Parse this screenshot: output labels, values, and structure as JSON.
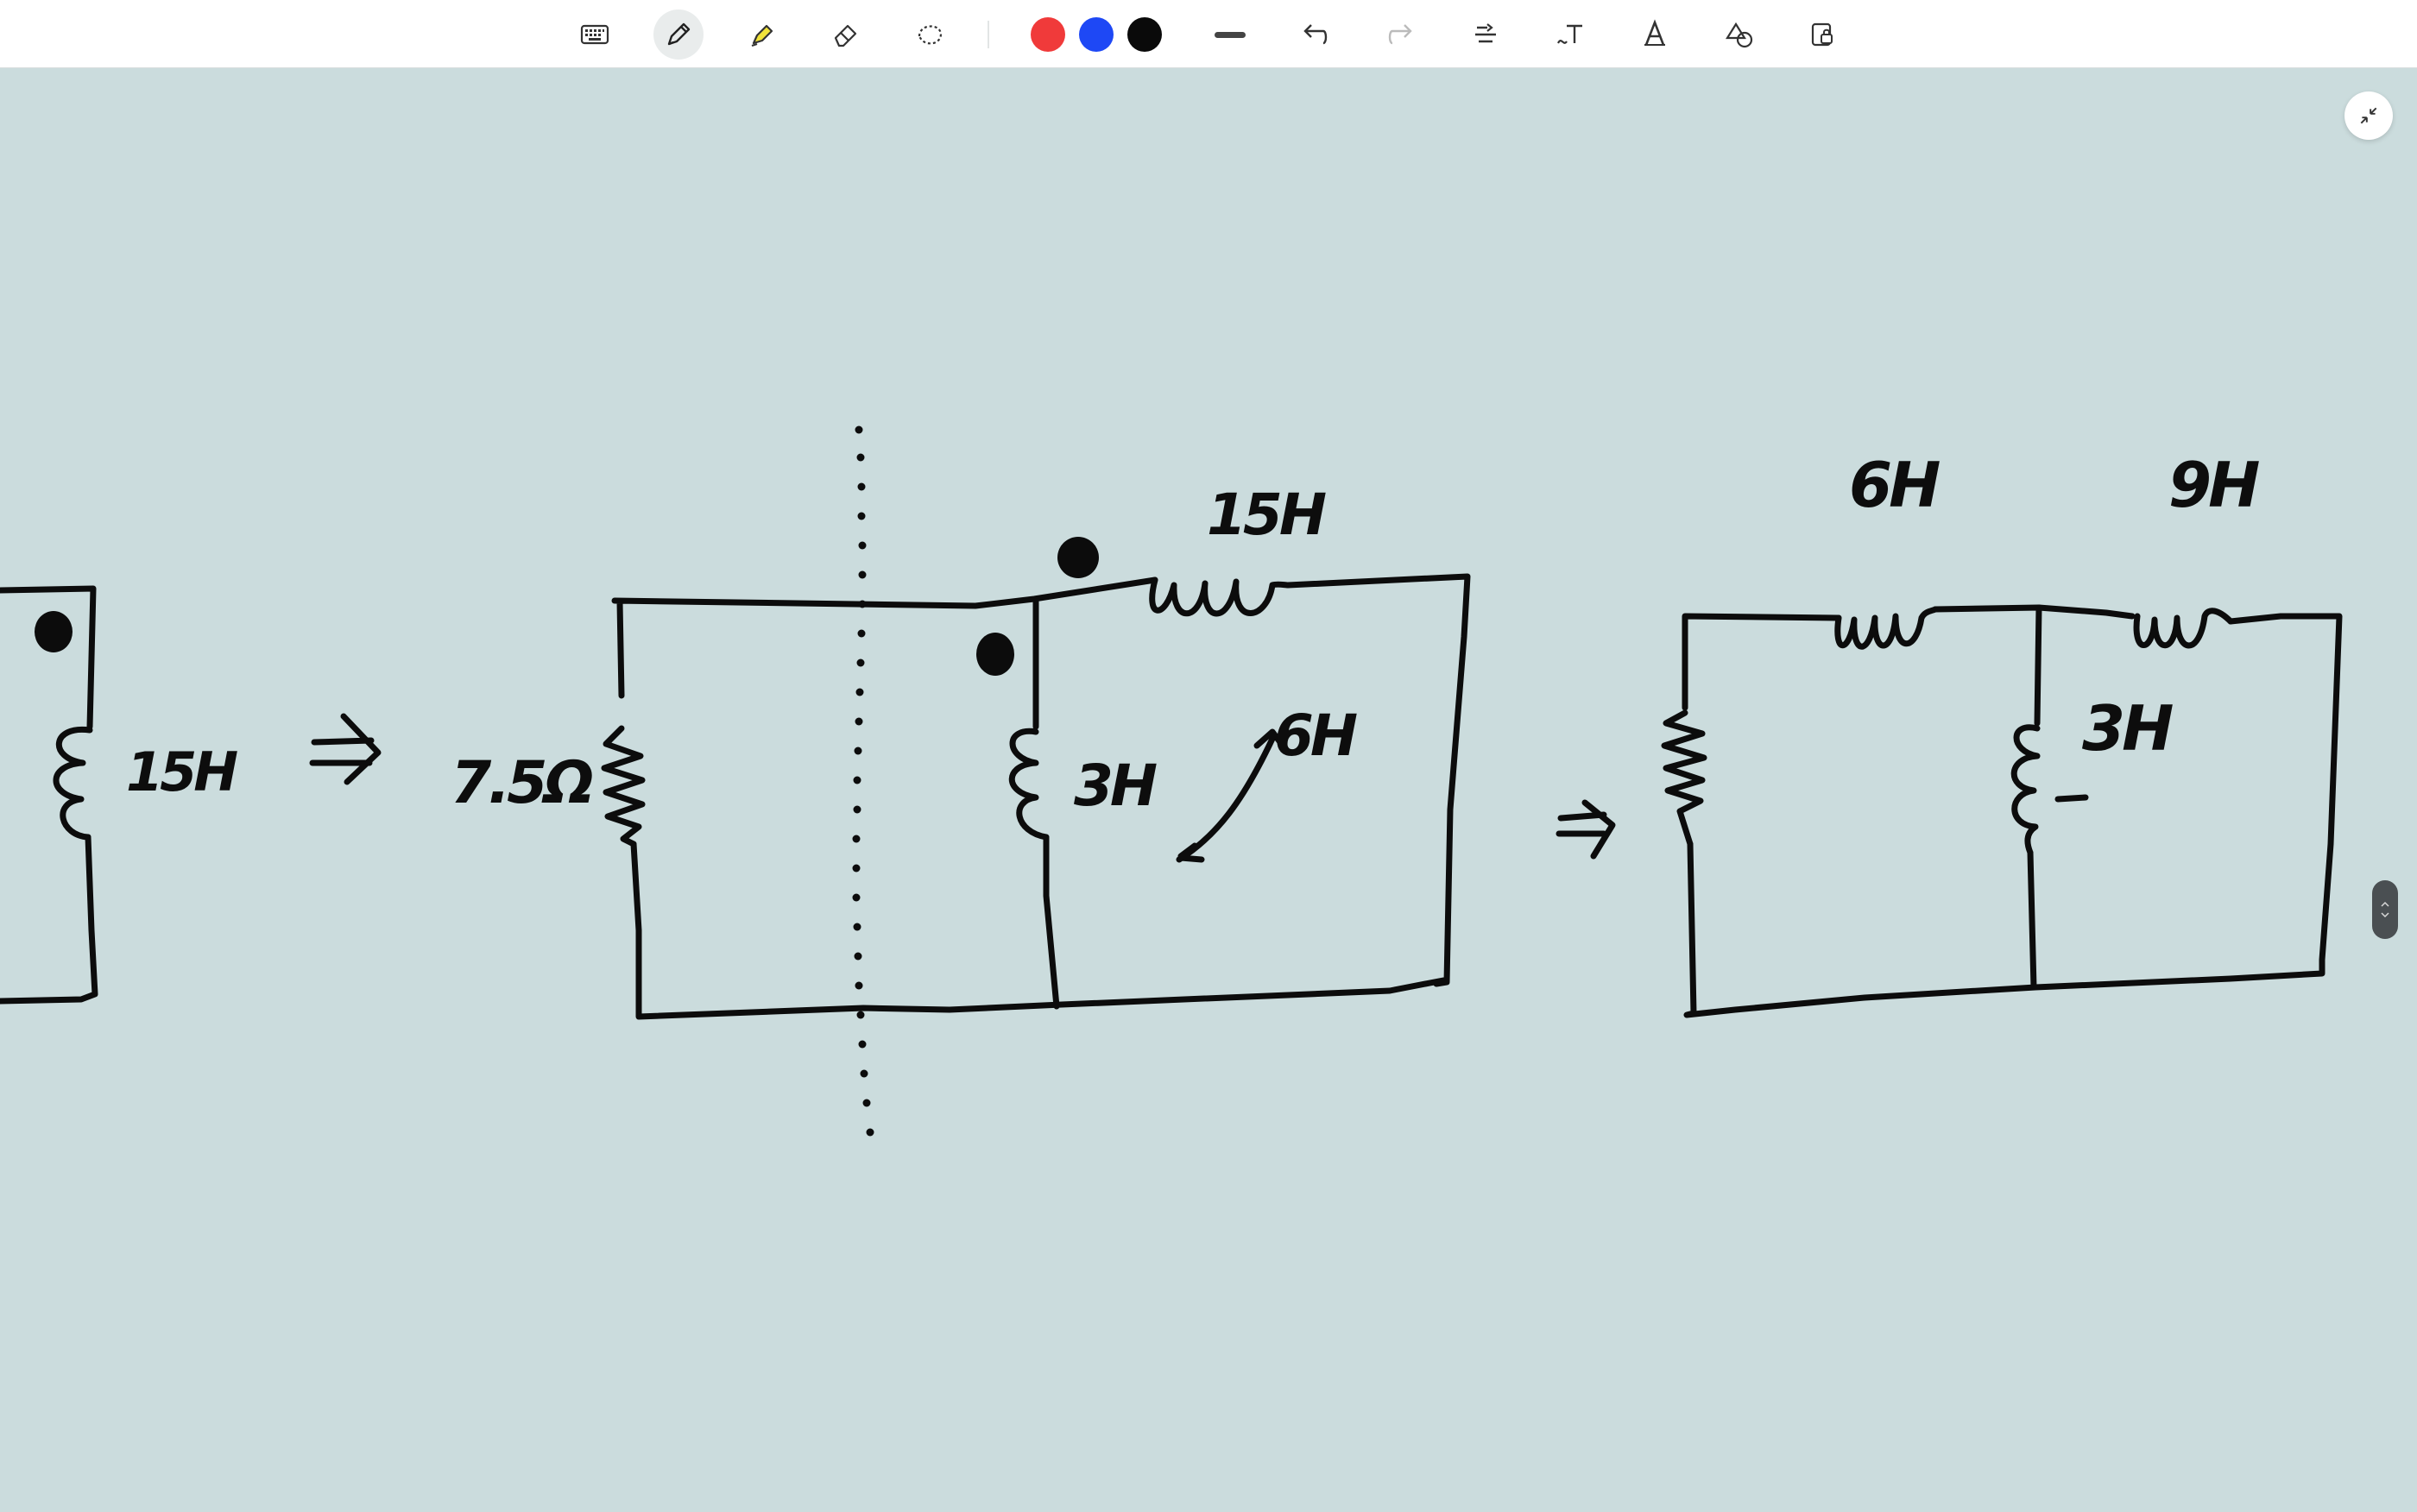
{
  "toolbar": {
    "tools": [
      {
        "name": "keyboard",
        "icon": "keyboard-icon"
      },
      {
        "name": "pen",
        "icon": "pen-icon",
        "active": true
      },
      {
        "name": "highlighter",
        "icon": "highlighter-icon"
      },
      {
        "name": "eraser",
        "icon": "eraser-icon"
      },
      {
        "name": "lasso",
        "icon": "lasso-icon"
      }
    ],
    "colors": [
      "#f03a3a",
      "#1e48f5",
      "#0a0a0a"
    ],
    "actions": [
      "stroke-width-icon",
      "undo-icon",
      "redo-icon",
      "align-icon",
      "text-style-icon",
      "handwriting-icon",
      "shapes-icon",
      "lock-icon"
    ]
  },
  "canvas": {
    "labels": {
      "left_inductor": "15H",
      "resistor": "7.5Ω",
      "top_inductor": "15H",
      "middle_inductor": "3H",
      "mutual": "6H",
      "right_inductor_1": "6H",
      "right_inductor_2": "9H",
      "right_middle_inductor": "3H"
    },
    "arrows": [
      "⇒",
      "⇒"
    ]
  },
  "icons": {
    "collapse": "collapse-icon",
    "scroll": "scroll-icon"
  }
}
